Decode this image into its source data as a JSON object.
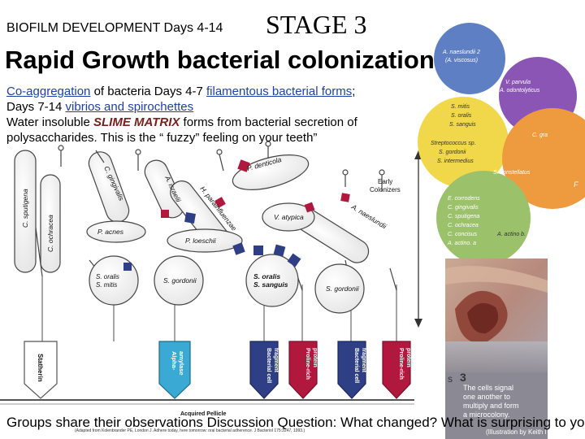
{
  "heading": {
    "small": "BIOFILM DEVELOPMENT Days 4-14",
    "stage": "STAGE 3",
    "main": "Rapid Growth bacterial colonization"
  },
  "body": {
    "coagg": "Co-aggregation",
    "coagg_rest": " of bacteria  Days 4-7 ",
    "filamentous": "filamentous bacterial forms",
    "semi": ";",
    "days2": "Days 7-14 ",
    "vibrios": "vibrios and spirochettes",
    "water": "Water insoluble ",
    "slime": "SLIME MATRIX",
    "forms": " forms from bacterial secretion of",
    "poly": "polysaccharides.  This is the “ fuzzy”  feeling on your teeth”"
  },
  "question": "Groups share their observations Discussion Question:  What changed? What is surprising to you",
  "diagram": {
    "species": {
      "c_sputigena": "C. sputigena",
      "c_ochracea": "C. ochracea",
      "c_gingivalis": "C. gingivalis",
      "p_denticola": "P. denticola",
      "a_israelii": "A. israelii",
      "h_parainfluenzae": "H. parainfluenzae",
      "v_atypica": "V. atypica",
      "a_naeslundii": "A. naeslundii",
      "p_acnes": "P. acnes",
      "p_loeschii": "P. loeschii",
      "s_oralis_mitis": "S. oralis\nS. mitis",
      "s_gordonii_1": "S. gordonii",
      "s_oralis_sanguis": "S. oralis\nS. sanguis",
      "s_gordonii_2": "S. gordonii",
      "early_colonizers": "Early\nColonizers"
    },
    "pellicle_labels": {
      "statherin": "Statherin",
      "alpha_amylase": "Alpha-\namylase",
      "bcf1": "Bacterial cell\nfragment",
      "prp1": "Proline-rich\nprotein",
      "bcf2": "Bacterial cell\nfragment",
      "prp2": "Proline-rich\nprotein"
    },
    "acquired_pellicle": "Acquired Pellicle",
    "citation": "(Adapted from Kolenbrander PE, London J. Adhere today, here tomorrow: oral bacterial adherence. J Bacteriol 175:3247, 1993.)"
  },
  "right_panel": {
    "top_left_bubble": "A. naeslundii 2\n(A. viscosus)",
    "purple_1": "V. parvula\nA. odontolyticus",
    "yellow_lines": [
      "S. mitis",
      "S. oralis",
      "S. sanguis",
      "Streptococcus sp.",
      "S. gordonii",
      "S. intermedius"
    ],
    "orange_1": "C. gra...",
    "orange_2": "S. constellatus",
    "orange_3": "F",
    "green_lines": [
      "E. corrodens",
      "C. gingivalis",
      "C. sputigena",
      "C. ochracea",
      "C. concisus",
      "A. actino. a"
    ],
    "actino_b": "A. actino b.",
    "stage_3_label": "3",
    "s_label": "s",
    "cells_text": "The cells signal\none another to\nmultiply and form\na microcolony.",
    "illustration": "(Illustration by Keith I"
  },
  "colors": {
    "blue_bubble": "#5f7fc4",
    "purple": "#8a55b5",
    "yellow": "#f1d74a",
    "orange": "#ee9a3f",
    "green": "#9bc26a",
    "navy_receptor": "#2e3f86",
    "crimson_receptor": "#b0183d",
    "teal_receptor": "#2a9ec3"
  }
}
